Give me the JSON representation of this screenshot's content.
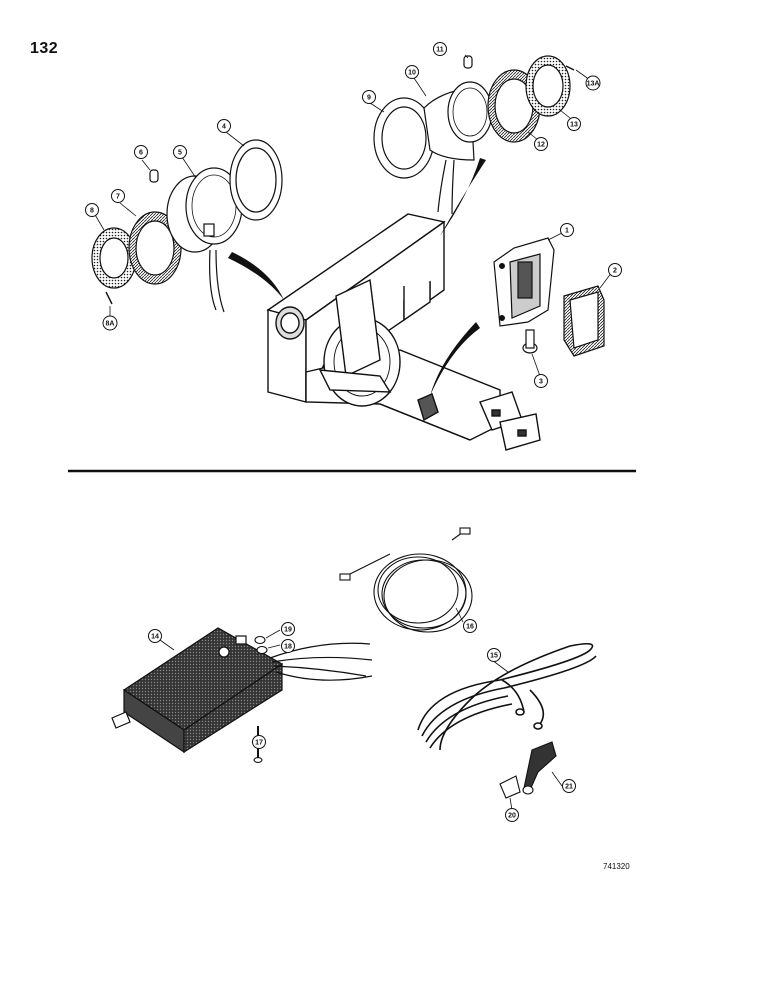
{
  "page": {
    "number": "132",
    "figure_code": "741320"
  },
  "callouts": [
    {
      "id": "c1",
      "label": "1"
    },
    {
      "id": "c2",
      "label": "2"
    },
    {
      "id": "c3",
      "label": "3"
    },
    {
      "id": "c4",
      "label": "4"
    },
    {
      "id": "c5",
      "label": "5"
    },
    {
      "id": "c6",
      "label": "6"
    },
    {
      "id": "c7",
      "label": "7"
    },
    {
      "id": "c8",
      "label": "8"
    },
    {
      "id": "c8a",
      "label": "8A"
    },
    {
      "id": "c9",
      "label": "9"
    },
    {
      "id": "c10",
      "label": "10"
    },
    {
      "id": "c11",
      "label": "11"
    },
    {
      "id": "c12",
      "label": "12"
    },
    {
      "id": "c13",
      "label": "13"
    },
    {
      "id": "c13a",
      "label": "13A"
    },
    {
      "id": "c14",
      "label": "14"
    },
    {
      "id": "c15",
      "label": "15"
    },
    {
      "id": "c16",
      "label": "16"
    },
    {
      "id": "c17",
      "label": "17"
    },
    {
      "id": "c18",
      "label": "18"
    },
    {
      "id": "c19",
      "label": "19"
    },
    {
      "id": "c20",
      "label": "20"
    },
    {
      "id": "c21",
      "label": "21"
    }
  ]
}
